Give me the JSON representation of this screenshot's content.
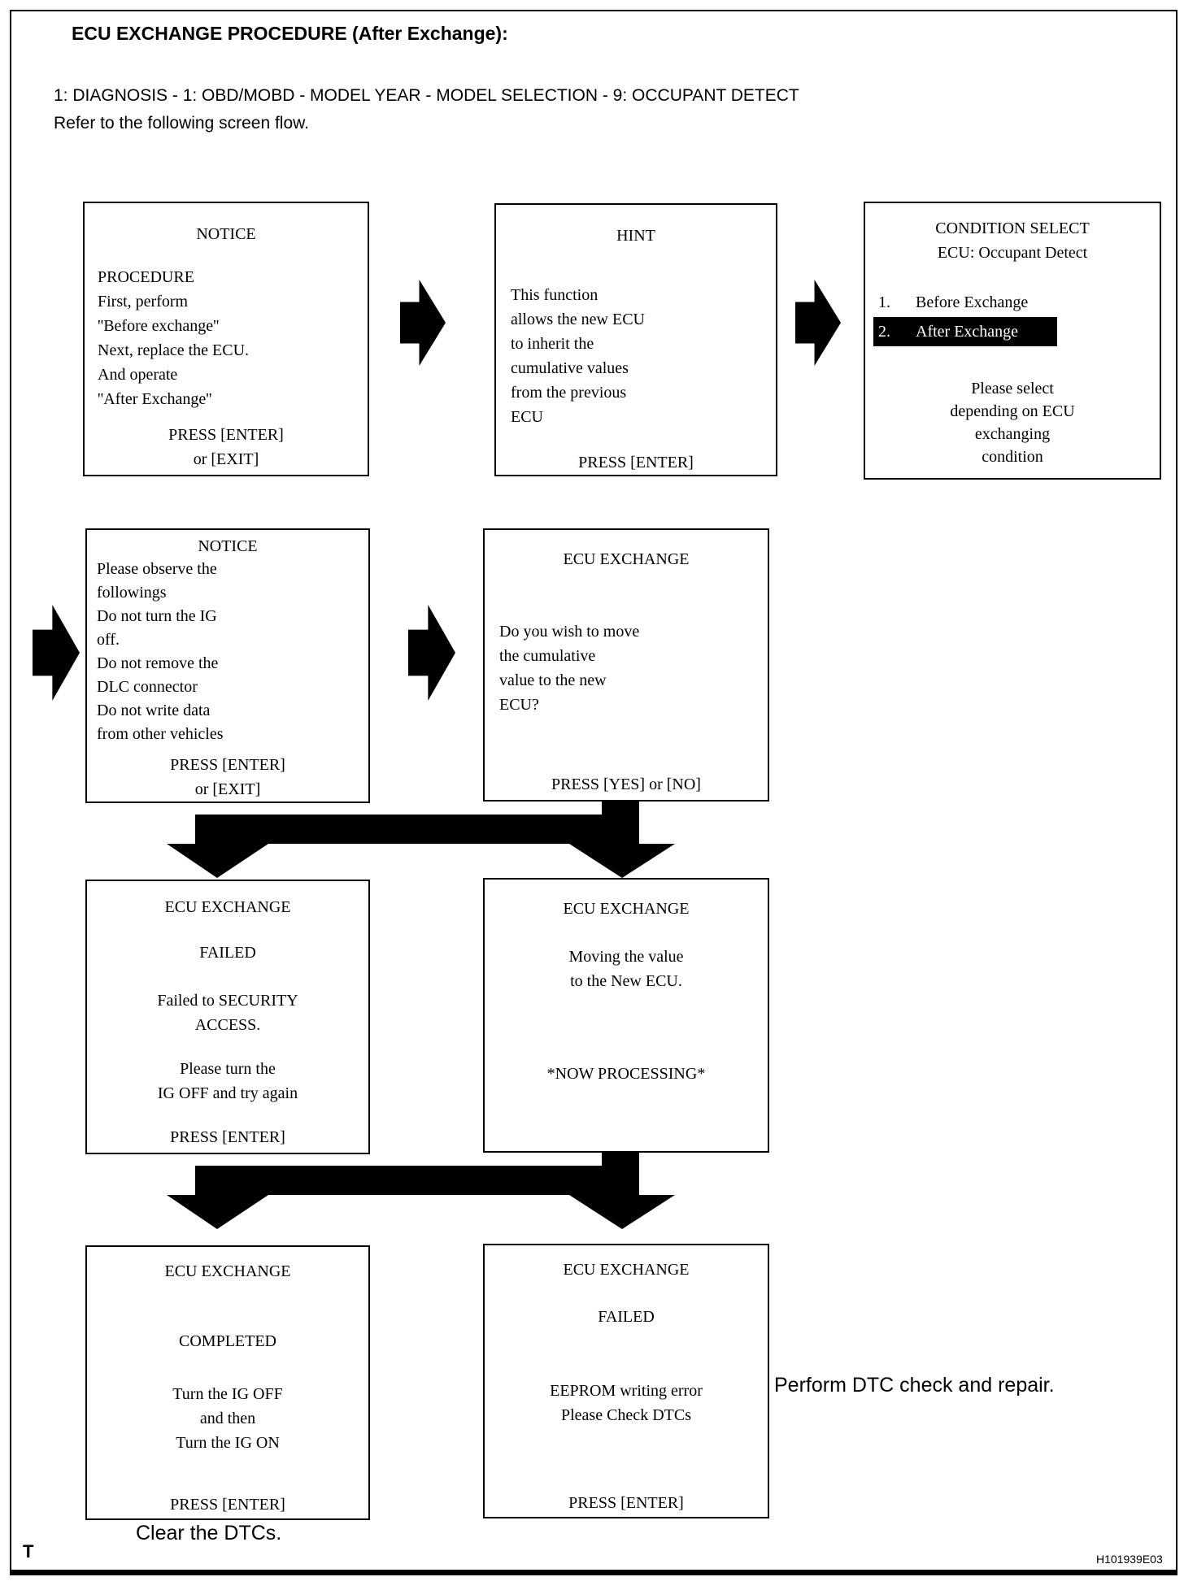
{
  "header": {
    "title": "ECU EXCHANGE PROCEDURE (After Exchange):",
    "path_line": "1: DIAGNOSIS - 1: OBD/MOBD - MODEL YEAR - MODEL SELECTION - 9: OCCUPANT DETECT",
    "subtitle_line": "Refer to the following screen flow."
  },
  "screens": {
    "notice1": {
      "title": "NOTICE",
      "body": [
        "PROCEDURE",
        "First, perform",
        "''Before exchange''",
        "Next, replace the ECU.",
        "And operate",
        "''After Exchange''"
      ],
      "footer": [
        "PRESS [ENTER]",
        "or [EXIT]"
      ]
    },
    "hint": {
      "title": "HINT",
      "body": [
        "This function",
        "allows the new ECU",
        "to inherit the",
        "cumulative values",
        "from the previous",
        "ECU"
      ],
      "footer": [
        "PRESS [ENTER]"
      ]
    },
    "condition_select": {
      "title": [
        "CONDITION SELECT",
        "ECU: Occupant Detect"
      ],
      "menu": [
        {
          "num": "1.",
          "label": "Before Exchange",
          "selected": false
        },
        {
          "num": "2.",
          "label": "After Exchange",
          "selected": true
        }
      ],
      "note": [
        "Please select",
        "depending on ECU",
        "exchanging",
        "condition"
      ]
    },
    "notice2": {
      "title": "NOTICE",
      "body": [
        "Please observe the",
        "followings",
        "Do not turn the IG",
        "off.",
        "Do not remove the",
        "DLC connector",
        "Do not write data",
        "from other vehicles"
      ],
      "footer": [
        "PRESS [ENTER]",
        "or [EXIT]"
      ]
    },
    "exchange_confirm": {
      "title": "ECU EXCHANGE",
      "body": [
        "Do you wish to move",
        "the cumulative",
        "value to the new",
        "ECU?"
      ],
      "footer": [
        "PRESS [YES] or [NO]"
      ]
    },
    "exchange_failed_security": {
      "title": "ECU EXCHANGE",
      "status": "FAILED",
      "body": [
        "Failed to SECURITY",
        "ACCESS."
      ],
      "body2": [
        "Please turn the",
        "IG OFF and try again"
      ],
      "footer": "PRESS [ENTER]"
    },
    "exchange_processing": {
      "title": "ECU EXCHANGE",
      "body": [
        "Moving the value",
        "to the New ECU."
      ],
      "status": "*NOW PROCESSING*"
    },
    "exchange_completed": {
      "title": "ECU EXCHANGE",
      "status": "COMPLETED",
      "body": [
        "Turn the IG OFF",
        "and then",
        "Turn the IG ON"
      ],
      "footer": "PRESS [ENTER]"
    },
    "exchange_failed_eeprom": {
      "title": "ECU EXCHANGE",
      "status": "FAILED",
      "body": [
        "EEPROM writing error",
        "Please Check DTCs"
      ],
      "footer": "PRESS [ENTER]"
    }
  },
  "annotations": {
    "clear_dtcs": "Clear the DTCs.",
    "perform_dtc_check": "Perform DTC check and repair."
  },
  "footer": {
    "left": "T",
    "right": "H101939E03"
  },
  "colors": {
    "ink": "#000000",
    "paper": "#ffffff",
    "highlight_bg": "#000000",
    "highlight_fg": "#ffffff"
  }
}
